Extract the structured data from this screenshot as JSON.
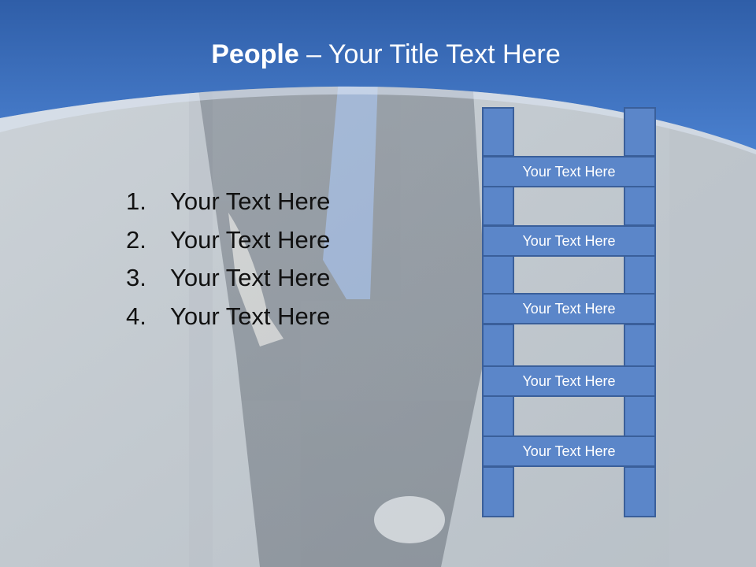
{
  "slide": {
    "title_strong": "People",
    "title_rest": " – Your Title Text Here",
    "list": [
      {
        "num": "1.",
        "text": "Your Text Here"
      },
      {
        "num": "2.",
        "text": "Your Text Here"
      },
      {
        "num": "3.",
        "text": "Your Text Here"
      },
      {
        "num": "4.",
        "text": "Your Text Here"
      }
    ],
    "ladder": [
      "Your Text Here",
      "Your Text Here",
      "Your Text Here",
      "Your Text Here",
      "Your Text Here"
    ]
  },
  "colors": {
    "header_blue": "#3f72c0",
    "ladder_fill": "#5b86c9",
    "ladder_border": "#3a5f9a",
    "background_concrete": "#c5ccd3"
  }
}
